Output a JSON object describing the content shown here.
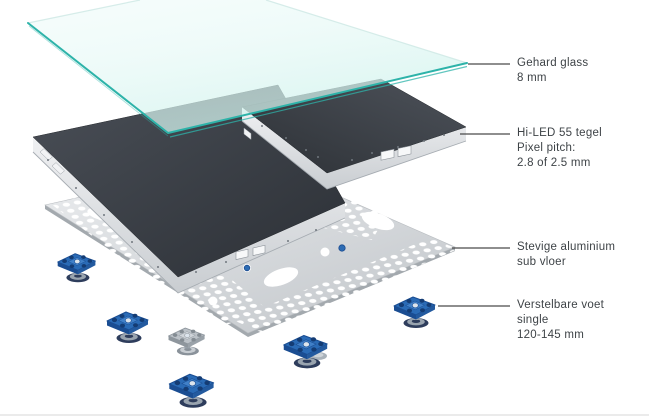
{
  "diagram": {
    "description": "Exploded view of LED floor tile system",
    "annotations": [
      {
        "id": "tempered-glass",
        "lines": [
          "Gehard glass",
          "8 mm"
        ]
      },
      {
        "id": "led-tile",
        "lines": [
          "Hi-LED 55 tegel",
          "Pixel pitch:",
          "2.8 of 2.5 mm"
        ]
      },
      {
        "id": "sub-floor",
        "lines": [
          "Stevige aluminium",
          "sub vloer"
        ]
      },
      {
        "id": "adjustable-foot",
        "lines": [
          "Verstelbare voet",
          "single",
          "120-145 mm"
        ]
      }
    ],
    "parts": [
      {
        "name": "tempered-glass-panel"
      },
      {
        "name": "hi-led-tile-left"
      },
      {
        "name": "hi-led-tile-right"
      },
      {
        "name": "aluminium-sub-floor-plate"
      },
      {
        "name": "adjustable-foot"
      }
    ],
    "colors": {
      "glass_edge_teal": "#2db3a9",
      "glass_fill": "#e4f8f5",
      "tile_top_dark": "#3a3e45",
      "tile_frame_silver": "#e8eaec",
      "plate_gray": "#d7dadd",
      "foot_blue": "#2a6bb6",
      "leader_line": "#4a4a4a",
      "label_text": "#3e4347"
    }
  }
}
